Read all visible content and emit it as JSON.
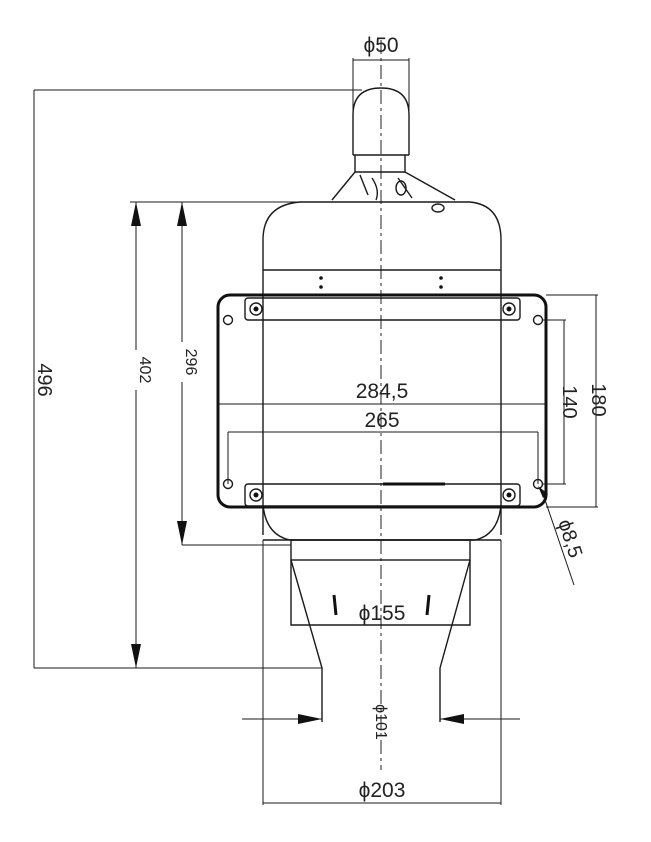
{
  "dimensions": {
    "top_diameter": "ϕ50",
    "total_height": "496",
    "body_height": "402",
    "upper_height": "296",
    "flange_width": "284,5",
    "hole_spacing_width": "265",
    "flange_height": "180",
    "hole_spacing_height": "140",
    "hole_diameter": "ϕ8,5",
    "nozzle_diameter": "ϕ155",
    "outlet_diameter": "ϕ101",
    "body_diameter": "ϕ203"
  }
}
